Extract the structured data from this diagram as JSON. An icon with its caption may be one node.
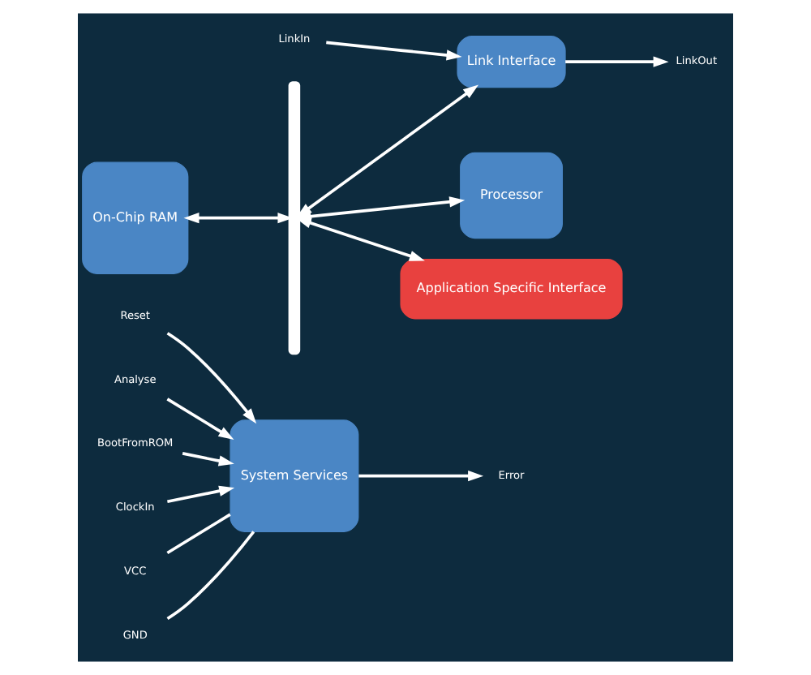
{
  "diagram": {
    "nodes": [
      {
        "text": [
          "Reset"
        ]
      },
      {
        "text": [
          "Analyse"
        ]
      },
      {
        "text": [
          "Error"
        ]
      },
      {
        "text": [
          "BootFromROM"
        ]
      },
      {
        "text": [
          "ClockIn"
        ]
      },
      {
        "text": [
          "VCC"
        ]
      },
      {
        "text": [
          "GND"
        ]
      },
      {
        "text": [
          "System Services"
        ]
      },
      {
        "text": [],
        "shape": "bar"
      },
      {
        "text": [
          "Processor"
        ]
      },
      {
        "text": [
          "On-Chip RAM"
        ]
      },
      {
        "text": [
          "Link Interface"
        ]
      },
      {
        "text": [
          "LinkIn"
        ]
      },
      {
        "text": [
          "LinkOut"
        ]
      },
      {
        "text": [
          "Application Specific Interface"
        ]
      }
    ],
    "edges": [
      {
        "from": 0,
        "to": 7,
        "arrow": "to"
      },
      {
        "from": 1,
        "to": 7,
        "arrow": "to"
      },
      {
        "from": 7,
        "to": 2,
        "arrow": "to"
      },
      {
        "from": 3,
        "to": 7,
        "arrow": "to"
      },
      {
        "from": 4,
        "to": 7,
        "arrow": "to"
      },
      {
        "from": 5,
        "to": 7,
        "arrow": "none"
      },
      {
        "from": 6,
        "to": 7,
        "arrow": "none"
      },
      {
        "from": 8,
        "to": 9,
        "arrow": "both"
      },
      {
        "from": 10,
        "to": 8,
        "arrow": "both"
      },
      {
        "from": 8,
        "to": 11,
        "arrow": "both"
      },
      {
        "from": 12,
        "to": 11,
        "arrow": "to"
      },
      {
        "from": 11,
        "to": 13,
        "arrow": "to"
      },
      {
        "from": 8,
        "to": 14,
        "arrow": "both"
      }
    ]
  }
}
